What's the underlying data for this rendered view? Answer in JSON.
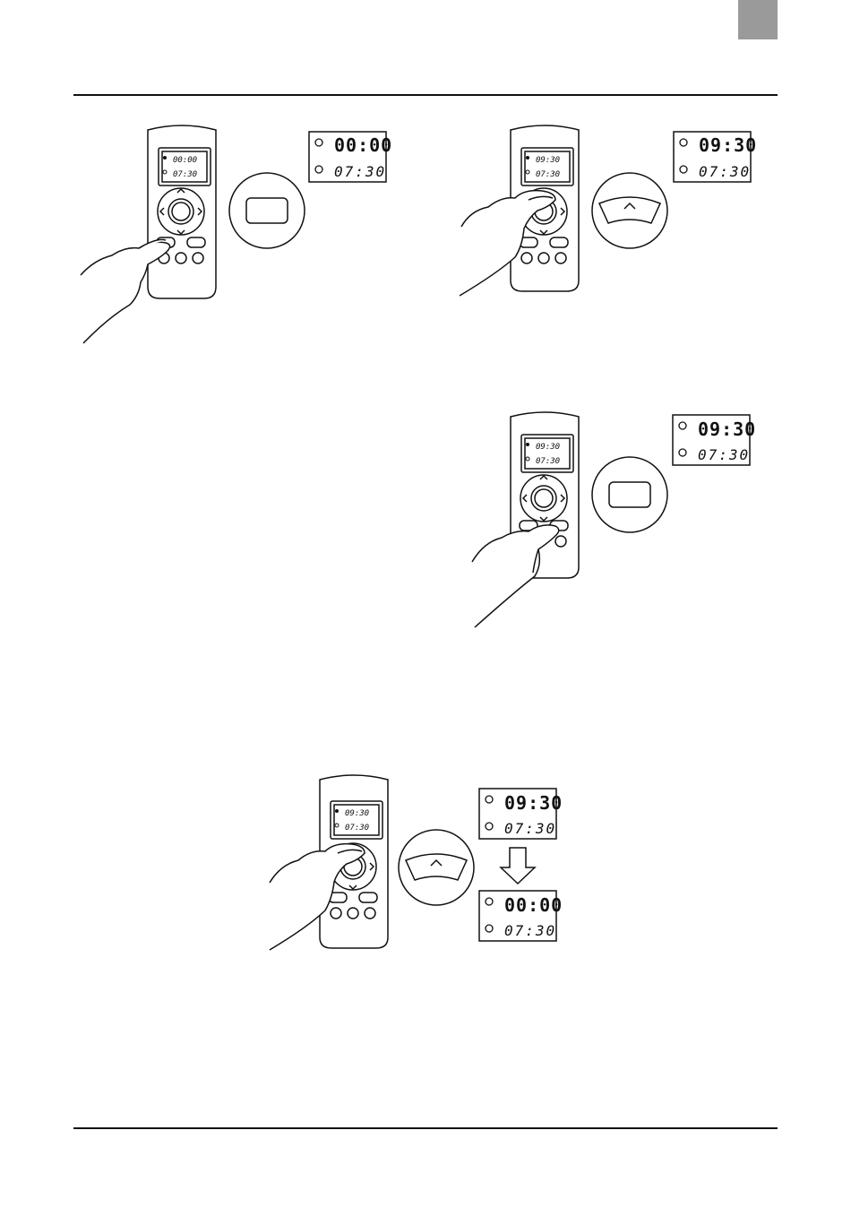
{
  "page": {
    "tab_color": "#9a9a9a",
    "line_color": "#111111"
  },
  "illustrations": [
    {
      "remote_display": {
        "top": "00:00",
        "bottom": "07:30"
      },
      "zoom_button": "blank-button",
      "screen": {
        "top": "00:00",
        "bottom": "07:30"
      }
    },
    {
      "remote_display": {
        "top": "09:30",
        "bottom": "07:30"
      },
      "zoom_button": "up-arrow-button",
      "screen": {
        "top": "09:30",
        "bottom": "07:30"
      }
    },
    {
      "remote_display": {
        "top": "09:30",
        "bottom": "07:30"
      },
      "zoom_button": "blank-button",
      "screen": {
        "top": "09:30",
        "bottom": "07:30"
      }
    },
    {
      "remote_display": {
        "top": "09:30",
        "bottom": "07:30"
      },
      "zoom_button": "up-arrow-button",
      "screen_before": {
        "top": "09:30",
        "bottom": "07:30"
      },
      "screen_after": {
        "top": "00:00",
        "bottom": "07:30"
      }
    }
  ]
}
